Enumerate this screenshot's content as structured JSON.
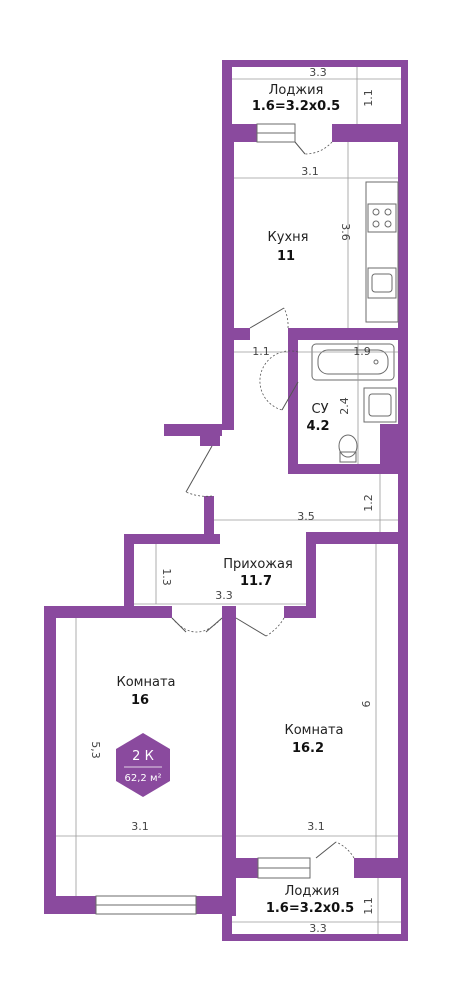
{
  "colors": {
    "wall": "#8a4a9e",
    "badge": "#8a4a9e"
  },
  "rooms": {
    "loggia_top": {
      "name": "Лоджия",
      "area": "1.6=3.2x0.5",
      "width_dim": "3.3",
      "depth_dim": "1.1"
    },
    "kitchen": {
      "name": "Кухня",
      "area": "11",
      "width_dim": "3.1",
      "length_dim": "3.6"
    },
    "bathroom": {
      "name": "СУ",
      "area": "4.2",
      "width_dim": "1.9",
      "length_dim": "2.4"
    },
    "corridor": {
      "width_dim": "1.1",
      "hall_width_dim": "3.5",
      "hall_depth_dim": "1.2"
    },
    "hallway": {
      "name": "Прихожая",
      "area": "11.7",
      "width_dim": "3.3",
      "depth_dim": "1.3"
    },
    "room_left": {
      "name": "Комната",
      "area": "16",
      "width_dim": "3.1",
      "length_dim": "5,3"
    },
    "room_right": {
      "name": "Комната",
      "area": "16.2",
      "width_dim": "3.1",
      "length_dim": "6"
    },
    "loggia_bottom": {
      "name": "Лоджия",
      "area": "1.6=3.2x0.5",
      "width_dim": "3.3",
      "depth_dim": "1.1"
    }
  },
  "badge": {
    "type": "2 К",
    "total_area": "62,2 м²"
  }
}
